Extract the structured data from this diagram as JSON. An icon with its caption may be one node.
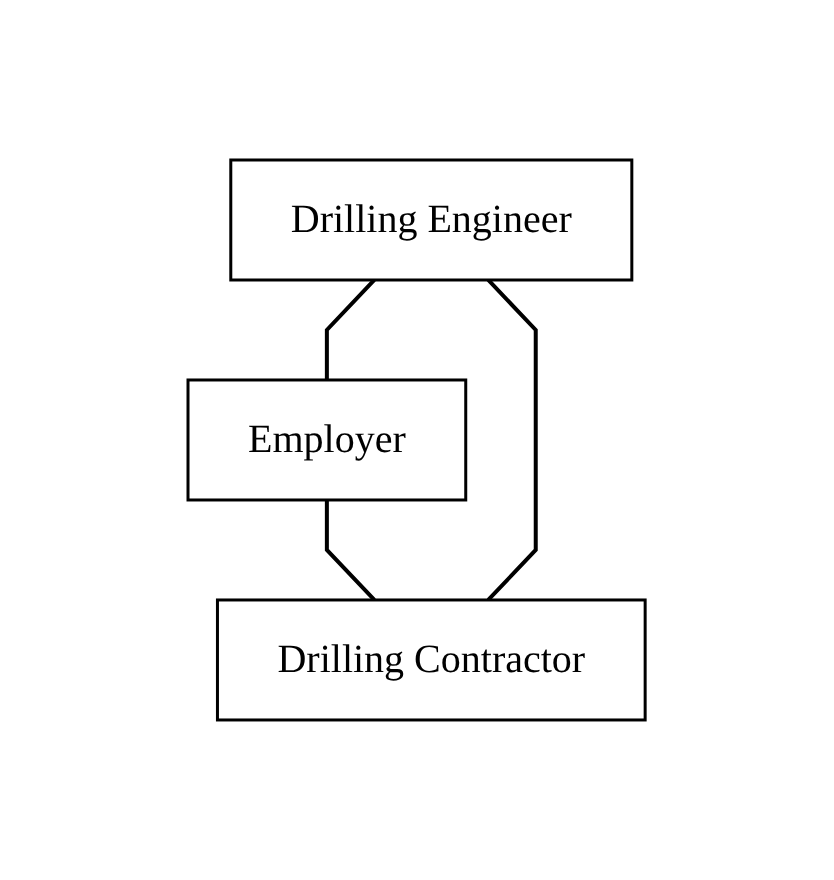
{
  "diagram": {
    "nodes": [
      {
        "text": [
          "Employer"
        ]
      },
      {
        "text": [
          "Drilling Engineer"
        ]
      },
      {
        "text": [
          "Drilling Contractor"
        ]
      }
    ],
    "edges": [
      {
        "from": 0,
        "to": 2,
        "arrow": "none"
      },
      {
        "from": 1,
        "to": 0,
        "arrow": "none"
      },
      {
        "from": 1,
        "to": 2,
        "arrow": "none"
      }
    ]
  }
}
